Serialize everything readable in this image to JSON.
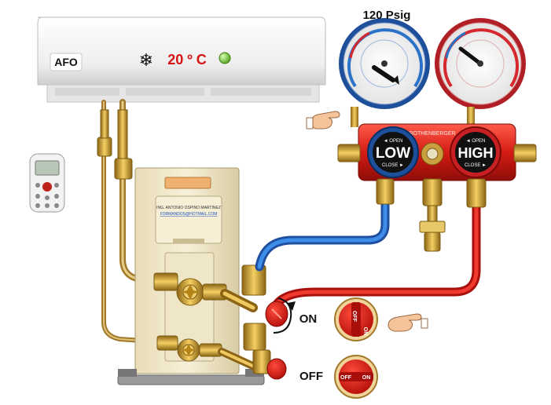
{
  "ac_unit": {
    "brand": "AFO",
    "temperature": "20 º C",
    "snowflake_icon": "snowflake-icon",
    "indicator_color": "#7dc242"
  },
  "gauge": {
    "pressure_label": "120 Psig",
    "low_color": "#2b73c9",
    "high_color": "#d5282f"
  },
  "manifold": {
    "low_label": "LOW",
    "high_label": "HIGH",
    "open_label": "OPEN",
    "close_label": "CLOSE",
    "brand": "ROTHENBERGER",
    "low_open": "◄ OPEN",
    "low_close": "CLOSE ►",
    "high_open": "◄ OPEN",
    "high_close": "CLOSE ►"
  },
  "condenser": {
    "plate_line1": "ING. ANTONIO OSPINO MARTINEZ",
    "plate_line2": "FORMANDOS@HOTMAIL.COM"
  },
  "switches": {
    "on_label": "ON",
    "off_label": "OFF",
    "switch_on_top": "OFF",
    "switch_on_bottom": "ON",
    "switch_off_left": "OFF",
    "switch_off_right": "ON"
  },
  "colors": {
    "blue_hose": "#1f63c7",
    "red_hose": "#e0201f",
    "brass": "#d6a63a",
    "copper_line": "#c9a24a"
  }
}
